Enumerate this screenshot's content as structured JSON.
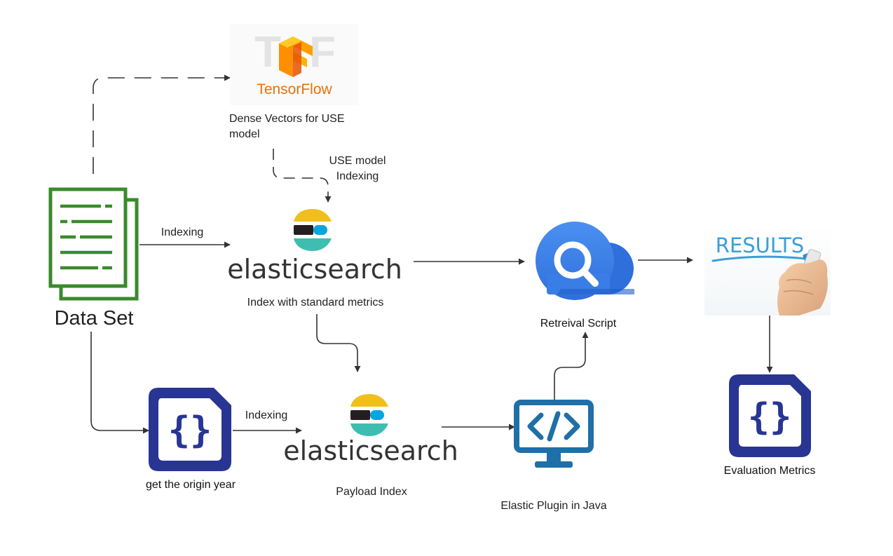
{
  "nodes": {
    "dataset": {
      "label": "Data Set",
      "icon": "document-icon",
      "color": "#3b8a2c"
    },
    "tensorflow": {
      "logo_text": "TensorFlow",
      "caption": [
        "Dense Vectors for USE",
        "model"
      ],
      "icon": "tensorflow-logo",
      "color": "#ff6f00"
    },
    "es_top": {
      "logo_text": "elasticsearch",
      "caption": "Index with standard metrics",
      "icon": "elasticsearch-logo"
    },
    "es_bottom": {
      "logo_text": "elasticsearch",
      "caption": "Payload Index",
      "icon": "elasticsearch-logo"
    },
    "origin_year": {
      "caption": "get the origin year",
      "icon": "json-file-icon",
      "color": "#283593"
    },
    "plugin": {
      "caption": "Elastic Plugin in Java",
      "icon": "code-monitor-icon",
      "color": "#1f6fa8"
    },
    "retrieval": {
      "caption": "Retreival Script",
      "icon": "cloud-search-icon",
      "color": "#4285f4"
    },
    "results": {
      "logo_text": "RESULTS",
      "icon": "results-hand-image",
      "color": "#3a9fd8"
    },
    "evaluation": {
      "caption": "Evaluation Metrics",
      "icon": "json-file-icon",
      "color": "#283593"
    }
  },
  "edges": {
    "use_indexing": [
      "USE model",
      "Indexing"
    ],
    "indexing_top": "Indexing",
    "indexing_bottom": "Indexing"
  }
}
